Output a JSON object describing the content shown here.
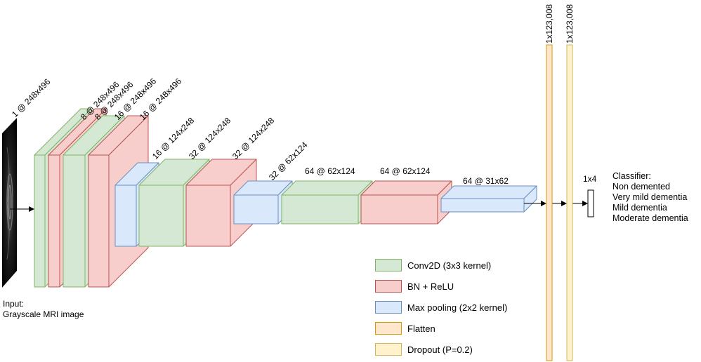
{
  "input": {
    "line1": "Input:",
    "line2": "Grayscale MRI image",
    "shape": "1 @ 248x496"
  },
  "layers": [
    {
      "type": "conv",
      "shape": ""
    },
    {
      "type": "bn",
      "shape": "8 @ 248x496"
    },
    {
      "type": "conv",
      "shape": "8 @ 248x496"
    },
    {
      "type": "bn",
      "shape": "16 @ 248x496"
    },
    {
      "type": "pool",
      "shape": "16 @ 248x496"
    },
    {
      "type": "conv",
      "shape": "16 @ 124x248"
    },
    {
      "type": "bn",
      "shape": "32 @ 124x248"
    },
    {
      "type": "pool",
      "shape": "32 @ 124x248"
    },
    {
      "type": "conv",
      "shape": "32 @ 62x124"
    },
    {
      "type": "bn",
      "shape": "64 @ 62x124"
    },
    {
      "type": "pool",
      "shape": "64 @ 62x124"
    },
    {
      "type": "pool_flat",
      "shape": "64 @ 31x62"
    }
  ],
  "dense": {
    "flatten_shape": "1x123,008",
    "dropout_shape": "1x123,008",
    "output_shape": "1x4"
  },
  "classifier": {
    "title": "Classifier:",
    "classes": [
      "Non demented",
      "Very mild dementia",
      "Mild dementia",
      "Moderate dementia"
    ]
  },
  "legend": [
    {
      "label": "Conv2D (3x3 kernel)",
      "fill": "#d5e8d4",
      "stroke": "#82b366"
    },
    {
      "label": "BN + ReLU",
      "fill": "#f8cecc",
      "stroke": "#b85450"
    },
    {
      "label": "Max pooling (2x2 kernel)",
      "fill": "#dae8fc",
      "stroke": "#6c8ebf"
    },
    {
      "label": "Flatten",
      "fill": "#ffe6cc",
      "stroke": "#d79b00"
    },
    {
      "label": "Dropout (P=0.2)",
      "fill": "#fff2cc",
      "stroke": "#d6b656"
    }
  ],
  "colors": {
    "conv": {
      "fill": "#d5e8d4",
      "stroke": "#82b366"
    },
    "bn": {
      "fill": "#f8cecc",
      "stroke": "#b85450"
    },
    "pool": {
      "fill": "#dae8fc",
      "stroke": "#6c8ebf"
    },
    "flatten": {
      "fill": "#ffe6cc",
      "stroke": "#d79b00"
    },
    "dropout": {
      "fill": "#fff2cc",
      "stroke": "#d6b656"
    },
    "output": {
      "fill": "#ffffff",
      "stroke": "#000000"
    }
  }
}
